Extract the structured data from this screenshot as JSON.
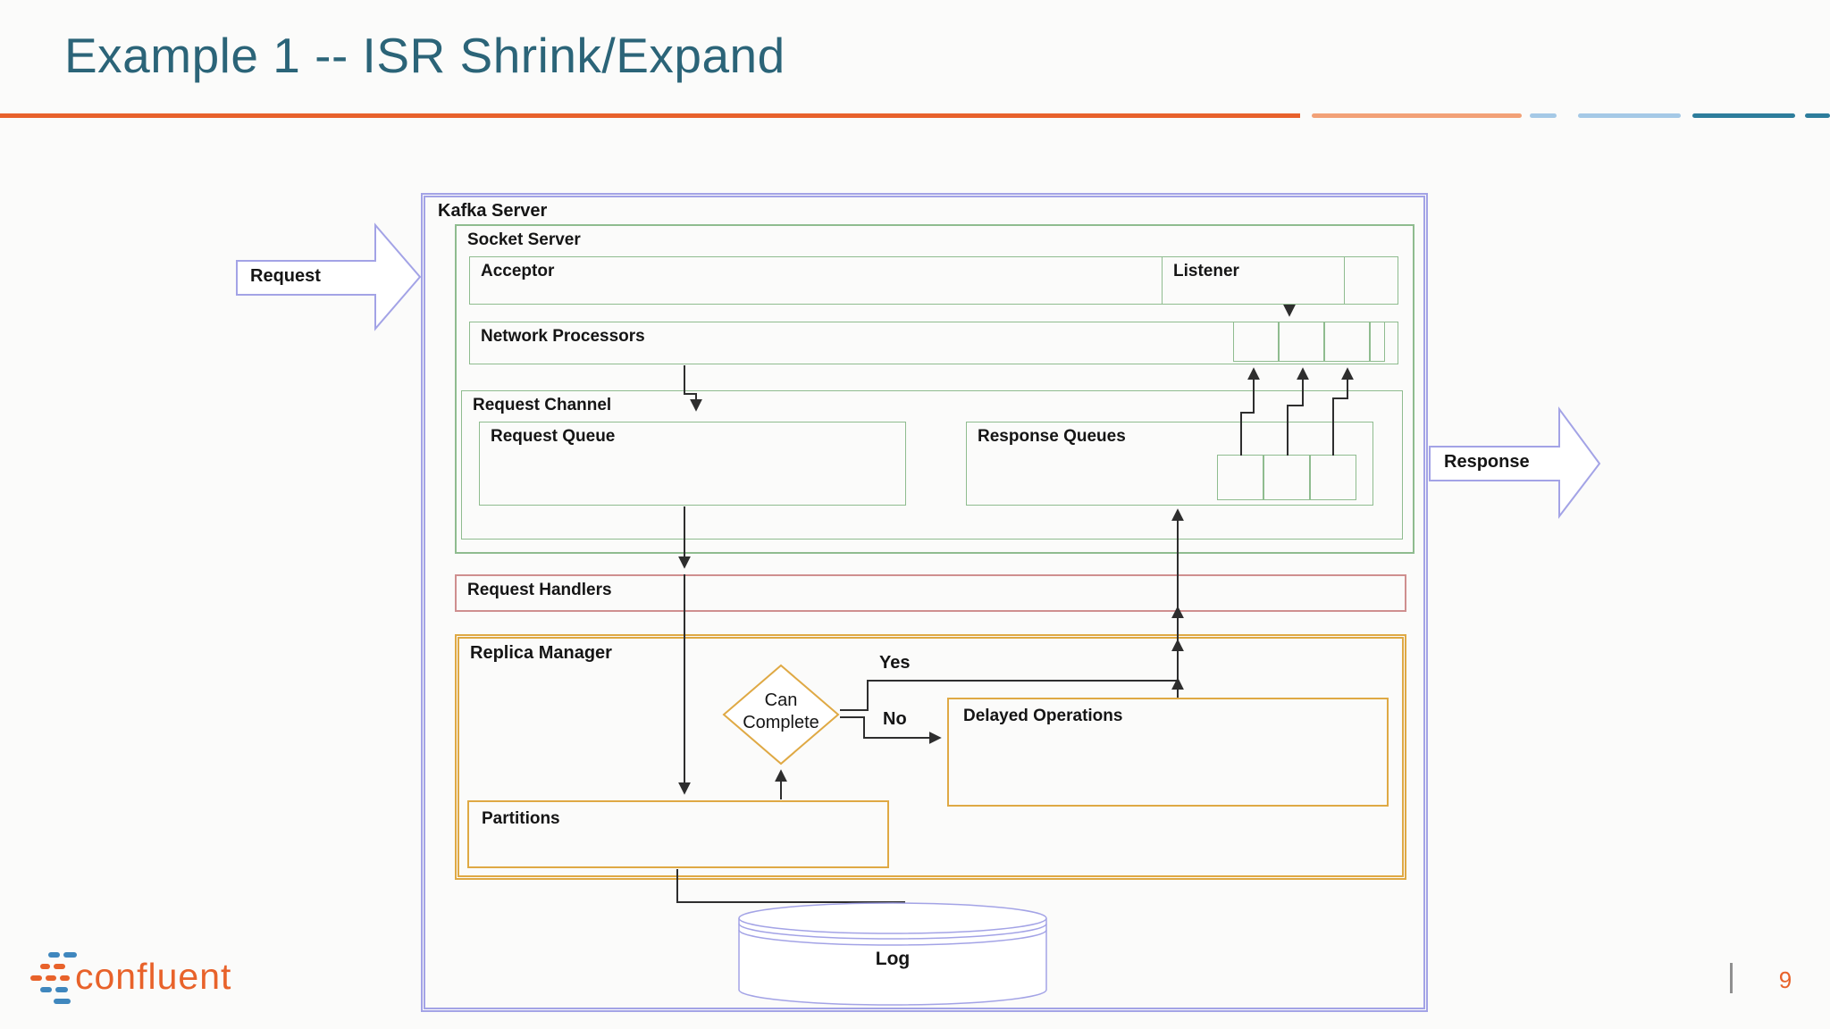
{
  "slide": {
    "title": "Example 1 -- ISR Shrink/Expand",
    "page_number": "9",
    "brand": "confluent"
  },
  "diagram": {
    "kafka_server": {
      "label": "Kafka Server"
    },
    "socket_server": {
      "label": "Socket Server"
    },
    "acceptor": {
      "label": "Acceptor"
    },
    "listener": {
      "label": "Listener"
    },
    "network_processors": {
      "label": "Network Processors"
    },
    "request_channel": {
      "label": "Request Channel"
    },
    "request_queue": {
      "label": "Request Queue"
    },
    "response_queues": {
      "label": "Response Queues"
    },
    "request_handlers": {
      "label": "Request Handlers"
    },
    "replica_manager": {
      "label": "Replica Manager"
    },
    "decision": {
      "label": "Can Complete",
      "yes_label": "Yes",
      "no_label": "No"
    },
    "delayed_operations": {
      "label": "Delayed Operations"
    },
    "partitions": {
      "label": "Partitions"
    },
    "log": {
      "label": "Log"
    },
    "request_arrow": {
      "label": "Request"
    },
    "response_arrow": {
      "label": "Response"
    }
  },
  "colors": {
    "title_teal": "#2b6478",
    "accent_orange": "#e8612c",
    "accent_orange_light": "#f2a177",
    "accent_blue_light": "#a5c9e6",
    "accent_teal": "#2d7d9c",
    "purple": "#a3a3e6",
    "green": "#8fbc8f",
    "red": "#cf8f8f",
    "gold": "#dfa944",
    "logo_orange": "#e8622a",
    "logo_blue": "#3f87be"
  }
}
